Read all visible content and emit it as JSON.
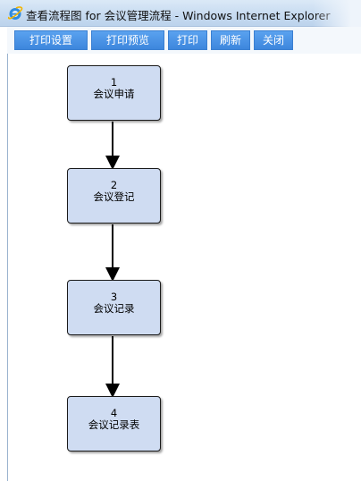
{
  "window": {
    "title": "查看流程图 for 会议管理流程 - Windows Internet Explorer",
    "icon": "internet-explorer-icon"
  },
  "toolbar": {
    "print_settings_label": "打印设置",
    "print_preview_label": "打印预览",
    "print_label": "打印",
    "refresh_label": "刷新",
    "close_label": "关闭"
  },
  "flow": {
    "nodes": [
      {
        "number": "1",
        "label": "会议申请"
      },
      {
        "number": "2",
        "label": "会议登记"
      },
      {
        "number": "3",
        "label": "会议记录"
      },
      {
        "number": "4",
        "label": "会议记录表"
      }
    ]
  },
  "colors": {
    "button_blue": "#4a93e6",
    "node_fill": "#cfdcf2",
    "node_border": "#1a1a1a",
    "arrow": "#000000"
  }
}
